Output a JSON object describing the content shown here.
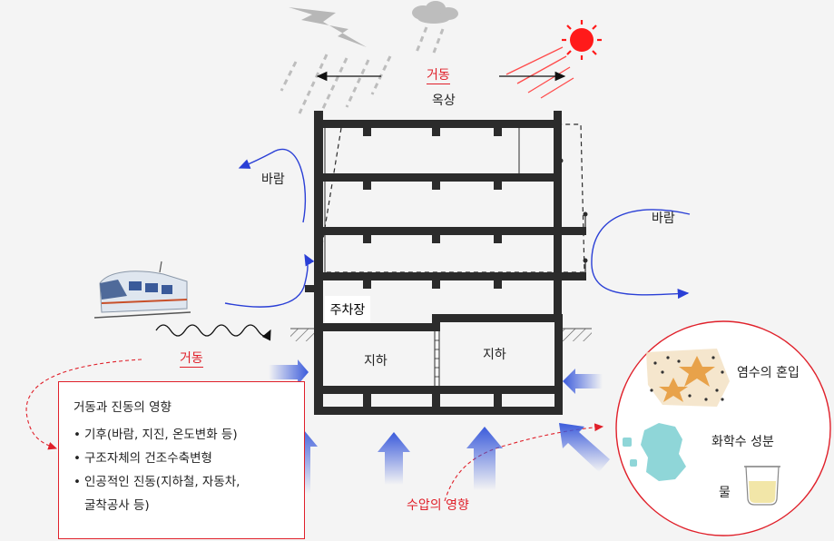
{
  "labels": {
    "behavior_top": "거동",
    "rooftop": "옥상",
    "wind_left": "바람",
    "wind_right": "바람",
    "parking": "주차장",
    "basement_left": "지하",
    "basement_right": "지하",
    "behavior_left": "거동",
    "water_pressure": "수압의 영향",
    "salt": "염수의 혼입",
    "chemical": "화학수 성분",
    "water": "물"
  },
  "effects_box": {
    "title": "거동과 진동의 영향",
    "items": [
      "기후(바람, 지진, 온도변화 등)",
      "구조자체의 건조수축변형",
      "인공적인 진동(지하철, 자동차,",
      "굴착공사 등)"
    ]
  },
  "colors": {
    "accent_red": "#e0202a",
    "wind_blue": "#2a3fd6",
    "pressure_blue": "#3b5bdb",
    "structure": "#2b2b2b",
    "sun": "#ff1a1a"
  }
}
